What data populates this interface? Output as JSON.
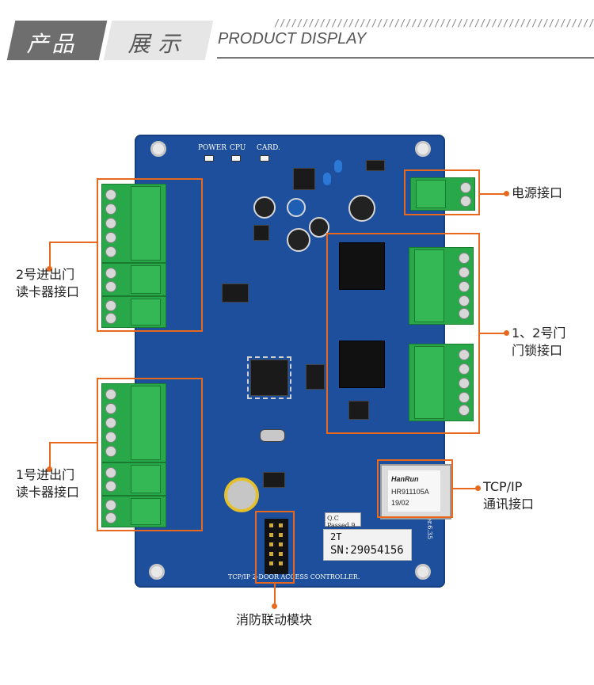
{
  "header": {
    "tab1": "产品",
    "tab2": "展示",
    "subtitle": "PRODUCT DISPLAY",
    "slashes": "////////////////////////////////////////////////////////////"
  },
  "board": {
    "silk_power": "POWER",
    "silk_cpu": "CPU",
    "silk_card": "CARD.",
    "silk_bottom": "TCP/IP 2-DOOR ACCESS CONTROLLER.",
    "silk_ver": "Ver.6.35",
    "qc_label": "Q.C Passed 9",
    "sn_line1": "2T",
    "sn_line2": "SN:29054156",
    "rj45_brand": "HanRun",
    "rj45_model": "HR911105A",
    "rj45_date": "19/02",
    "colors": {
      "pcb": "#1d4f9c",
      "terminal": "#29a84a",
      "callout": "#e8691e"
    }
  },
  "callouts": {
    "power": "电源接口",
    "door2_reader_line1": "2号进出门",
    "door2_reader_line2": "读卡器接口",
    "door_lock_line1": "1、2号门",
    "door_lock_line2": "门锁接口",
    "door1_reader_line1": "1号进出门",
    "door1_reader_line2": "读卡器接口",
    "tcpip_line1": "TCP/IP",
    "tcpip_line2": "通讯接口",
    "fire_link": "消防联动模块"
  }
}
